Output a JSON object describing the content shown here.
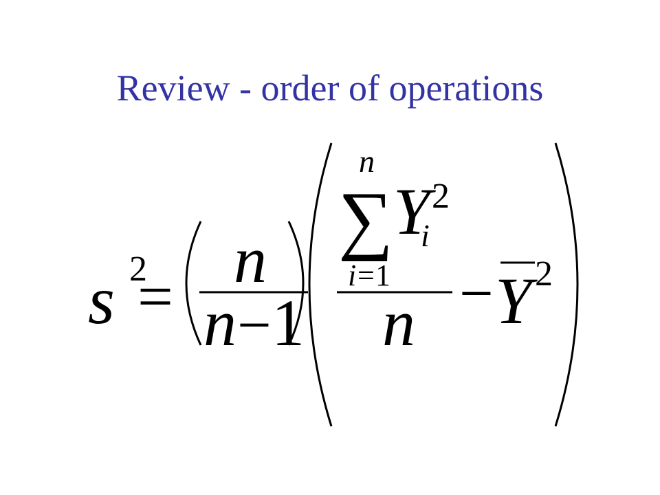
{
  "slide": {
    "title": "Review - order of operations"
  },
  "formula": {
    "lhs_symbol": "s",
    "lhs_exponent": "2",
    "equals": "=",
    "left_fraction_numerator": "n",
    "left_fraction_denominator_var": "n",
    "left_fraction_denominator_minus": "−",
    "left_fraction_denominator_one": "1",
    "sum_upper_limit": "n",
    "sum_symbol": "∑",
    "sum_term_var": "Y",
    "sum_term_subscript": "i",
    "sum_term_exponent": "2",
    "sum_lower_index": "i",
    "sum_lower_equals": "=",
    "sum_lower_start": "1",
    "inner_fraction_denominator": "n",
    "minus": "−",
    "mean_var": "Y",
    "mean_exponent": "2"
  }
}
